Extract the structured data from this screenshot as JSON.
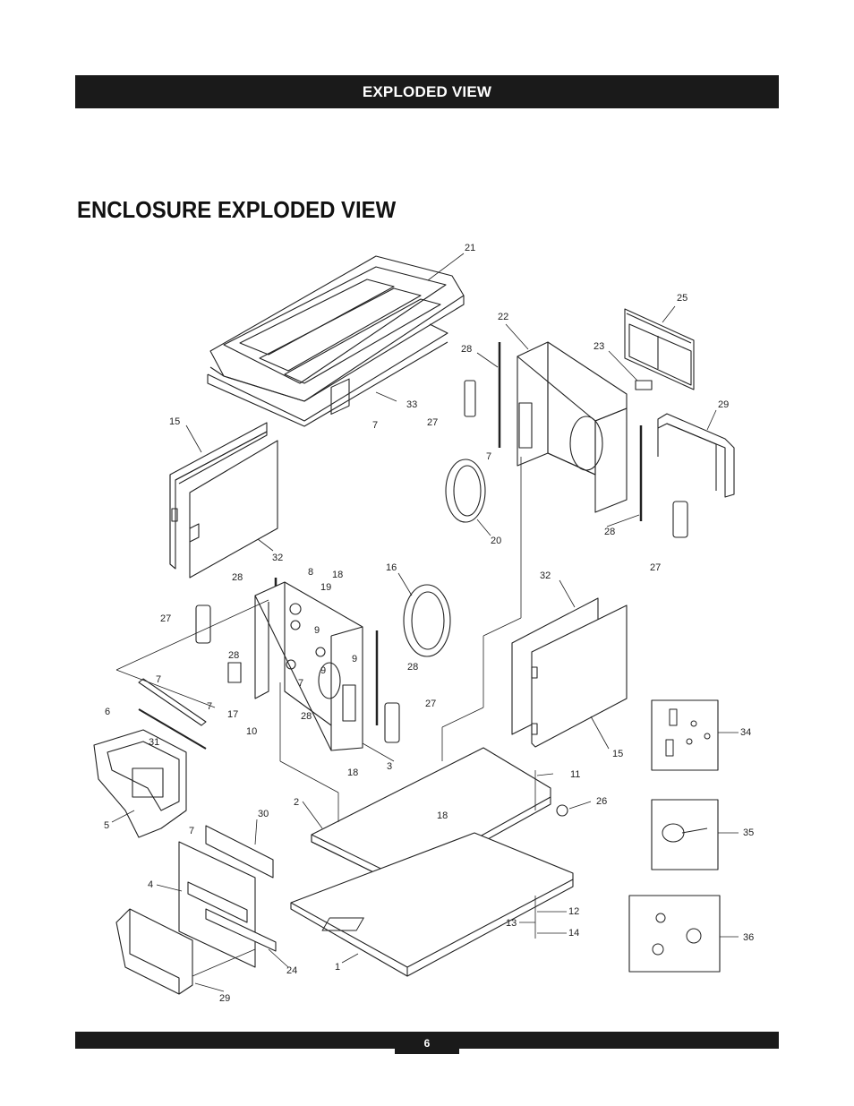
{
  "header": {
    "section_title": "EXPLODED VIEW"
  },
  "page_title": "ENCLOSURE EXPLODED VIEW",
  "diagram": {
    "callouts": [
      "1",
      "2",
      "3",
      "4",
      "5",
      "6",
      "7",
      "8",
      "9",
      "10",
      "11",
      "12",
      "13",
      "14",
      "15",
      "16",
      "17",
      "18",
      "19",
      "20",
      "21",
      "22",
      "23",
      "24",
      "25",
      "26",
      "27",
      "28",
      "29",
      "30",
      "31",
      "32",
      "33",
      "34",
      "35",
      "36"
    ]
  },
  "footer": {
    "page_number": "6"
  }
}
